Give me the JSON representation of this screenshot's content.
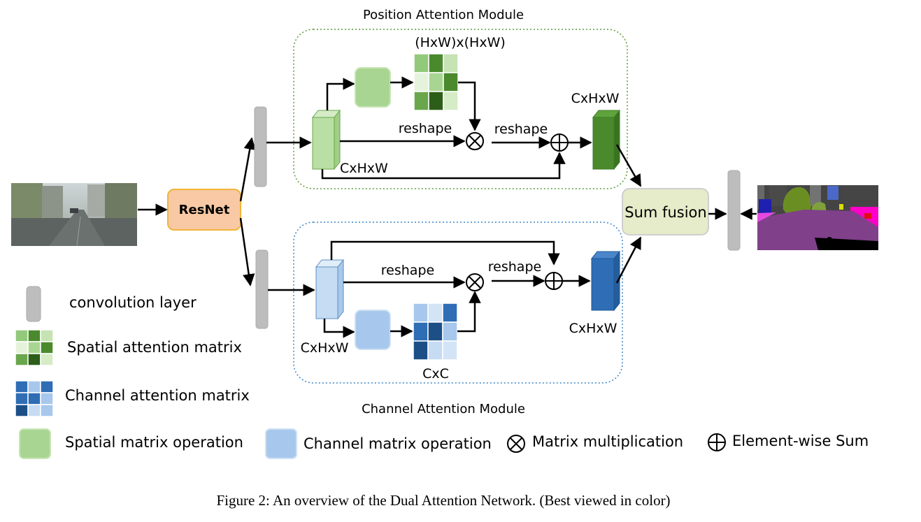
{
  "modules": {
    "position_title": "Position Attention Module",
    "channel_title": "Channel Attention Module"
  },
  "nodes": {
    "resnet": "ResNet",
    "sum_fusion": "Sum fusion"
  },
  "dims": {
    "pam_matrix": "(HxW)x(HxW)",
    "pam_input": "CxHxW",
    "pam_output": "CxHxW",
    "cam_input": "CxHxW",
    "cam_output": "CxHxW",
    "cam_matrix": "CxC"
  },
  "ops": {
    "pam_reshape_1": "reshape",
    "pam_reshape_2": "reshape",
    "cam_reshape_1": "reshape",
    "cam_reshape_2": "reshape"
  },
  "legend": {
    "conv": "convolution layer",
    "spatial_matrix": "Spatial attention matrix",
    "channel_matrix": "Channel attention matrix",
    "spatial_op": "Spatial matrix operation",
    "channel_op": "Channel matrix operation",
    "matmul": "Matrix multiplication",
    "elemsum": "Element-wise Sum"
  },
  "caption": "Figure 2: An overview of the Dual Attention Network. (Best viewed in color)",
  "colors": {
    "green_light": "#b9dfa4",
    "green_op": "#a9d593",
    "green_dark": "#4a8a2c",
    "blue_light": "#c6dcf2",
    "blue_op": "#a7c8ec",
    "blue_dark": "#2f6db5",
    "conv_gray": "#bdbdbd",
    "resnet_fill": "#f8c9a4",
    "resnet_stroke": "#f2b43a",
    "fusion_fill": "#e6ebc9",
    "pam_border": "#5a9a3a",
    "cam_border": "#3a86c8"
  }
}
